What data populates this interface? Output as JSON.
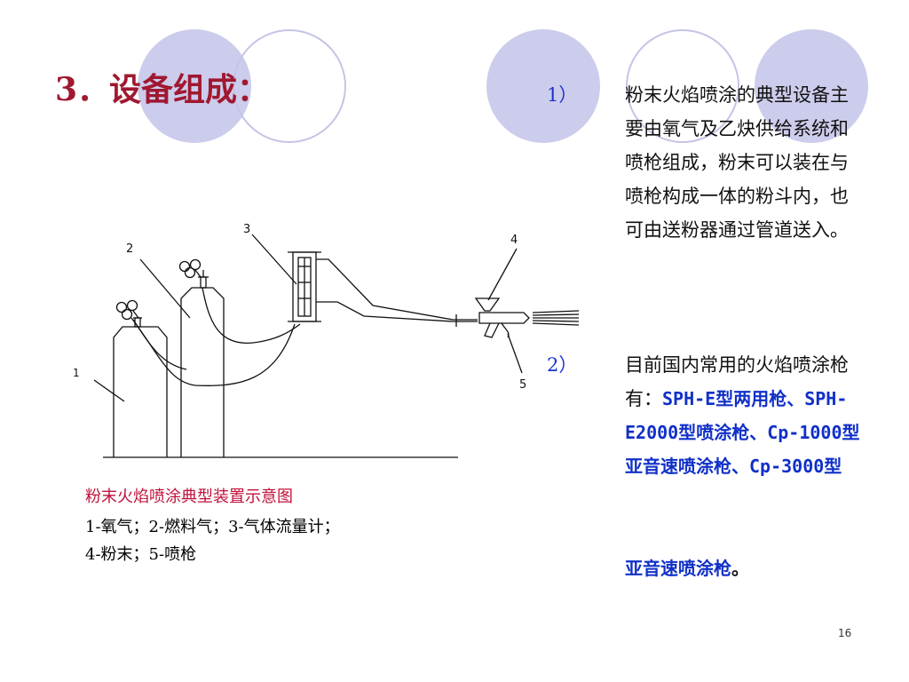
{
  "slide": {
    "title": "3．设备组成：",
    "page_number": "16"
  },
  "diagram": {
    "labels": {
      "l1": "1",
      "l2": "2",
      "l3": "3",
      "l4": "4",
      "l5": "5"
    },
    "caption": {
      "title": "粉末火焰喷涂典型装置示意图",
      "line1": "1-氧气；2-燃料气；3-气体流量计；",
      "line2": "4-粉末；5-喷枪"
    }
  },
  "paragraphs": {
    "p1": {
      "num": "1）",
      "text": "粉末火焰喷涂的典型设备主要由氧气及乙炔供给系统和喷枪组成，粉末可以装在与喷枪构成一体的粉斗内，也可由送粉器通过管道送入。"
    },
    "p2": {
      "num": "2）",
      "text": "目前国内常用的火焰喷涂枪有：",
      "highlight": "SPH-E型两用枪、SPH-E2000型喷涂枪、Cp-1000型亚音速喷涂枪、Cp-3000型",
      "last_line": "亚音速喷涂枪",
      "end_mark": "。"
    }
  },
  "colors": {
    "title": "#a01830",
    "caption_title": "#c0103a",
    "number_blue": "#1a33cc",
    "highlight_blue": "#1030c8",
    "decor_circle": "#ccccec"
  }
}
